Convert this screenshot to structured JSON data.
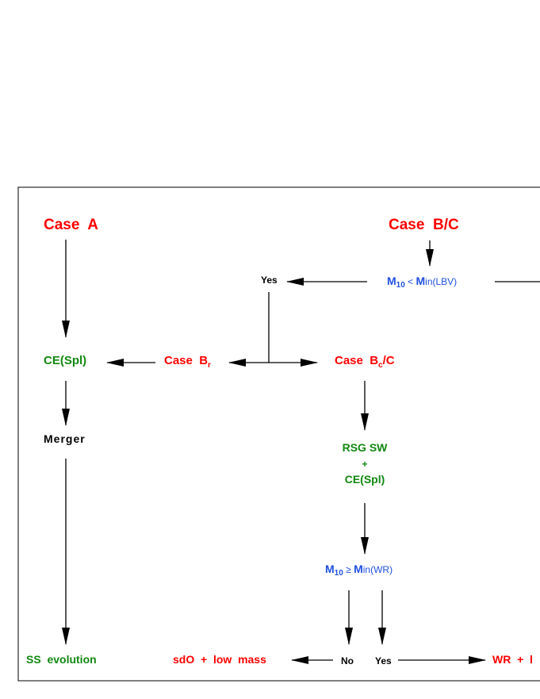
{
  "colors": {
    "red": "#ff0000",
    "green": "#118811",
    "blue": "#1f4fe0",
    "black": "#000000"
  },
  "nodes": {
    "case_a": "Case  A",
    "case_bc": "Case  B/C",
    "yes_top": "Yes",
    "m10_top": "M",
    "m10_top_sub": "10",
    "m10_top_rel": " < ",
    "m10_top_M": "M",
    "m10_top_rest": "in(LBV)",
    "ce_spl_left": "CE(Spl)",
    "case_br": "Case  B",
    "case_br_sub": "r",
    "case_bc2": "Case  B",
    "case_bc2_sub": "c",
    "case_bc2_rest": "/C",
    "merger": "Merger",
    "rsg_sw": "RSG SW",
    "plus": "+",
    "ce_spl_mid": "CE(Spl)",
    "m10_bot": "M",
    "m10_bot_sub": "10",
    "m10_bot_rel": " ≥ ",
    "m10_bot_M": "M",
    "m10_bot_rest": "in(WR)",
    "ss_evolution": "SS  evolution",
    "sdo": "sdO  +  low  mass",
    "no": "No",
    "yes_bot": "Yes",
    "wr": "WR  +  l"
  }
}
